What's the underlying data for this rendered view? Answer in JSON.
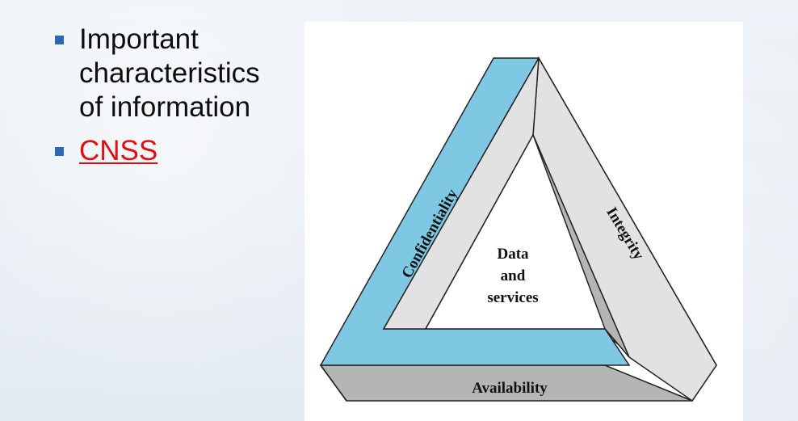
{
  "bullets": [
    {
      "text": "Important characteristics of information",
      "is_link": false
    },
    {
      "text": "CNSS",
      "is_link": true
    }
  ],
  "diagram": {
    "sides": {
      "confidentiality": "Confidentiality",
      "integrity": "Integrity",
      "availability": "Availability"
    },
    "center": [
      "Data",
      "and",
      "services"
    ]
  },
  "colors": {
    "bullet_marker": "#2f67b1",
    "link": "#e01010",
    "confidentiality_face": "#7ec8e3",
    "top_face": "#e2e2e2",
    "shadow_face": "#b5b5b5"
  }
}
